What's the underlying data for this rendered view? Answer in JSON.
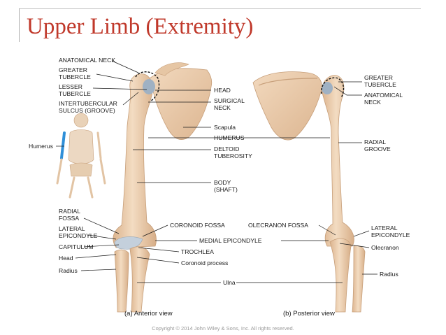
{
  "title": "Upper Limb (Extremity)",
  "labels": {
    "anatomical_neck": "ANATOMICAL NECK",
    "greater_tubercle_1": "GREATER",
    "greater_tubercle_2": "TUBERCLE",
    "lesser_tubercle_1": "LESSER",
    "lesser_tubercle_2": "TUBERCLE",
    "intertubercular_1": "INTERTUBERCULAR",
    "intertubercular_2": "SULCUS (GROOVE)",
    "humerus_inset": "Humerus",
    "head": "HEAD",
    "surgical_neck_1": "SURGICAL",
    "surgical_neck_2": "NECK",
    "scapula": "Scapula",
    "humerus": "HUMERUS",
    "deltoid_1": "DELTOID",
    "deltoid_2": "TUBEROSITY",
    "body_1": "BODY",
    "body_2": "(SHAFT)",
    "post_greater_1": "GREATER",
    "post_greater_2": "TUBERCLE",
    "post_anatomical_1": "ANATOMICAL",
    "post_anatomical_2": "NECK",
    "radial_groove_1": "RADIAL",
    "radial_groove_2": "GROOVE",
    "radial_fossa_1": "RADIAL",
    "radial_fossa_2": "FOSSA",
    "lateral_epi_1": "LATERAL",
    "lateral_epi_2": "EPICONDYLE",
    "capitulum": "CAPITULUM",
    "head_radius": "Head",
    "radius": "Radius",
    "coronoid_fossa": "CORONOID FOSSA",
    "olecranon_fossa": "OLECRANON FOSSA",
    "medial_epicondyle": "MEDIAL EPICONDYLE",
    "trochlea": "TROCHLEA",
    "coronoid_process": "Coronoid process",
    "ulna": "Ulna",
    "post_lateral_epi_1": "LATERAL",
    "post_lateral_epi_2": "EPICONDYLE",
    "olecranon": "Olecranon",
    "post_radius": "Radius"
  },
  "captions": {
    "anterior": "(a) Anterior view",
    "posterior": "(b) Posterior view"
  },
  "copyright": "Copyright © 2014 John Wiley & Sons, Inc. All rights reserved.",
  "colors": {
    "title": "#c0392b",
    "bone": "#efd3b5",
    "bone_shade": "#d9b38f",
    "cartilage": "#c9d3df",
    "highlight_bone": "#2f8fd8"
  }
}
